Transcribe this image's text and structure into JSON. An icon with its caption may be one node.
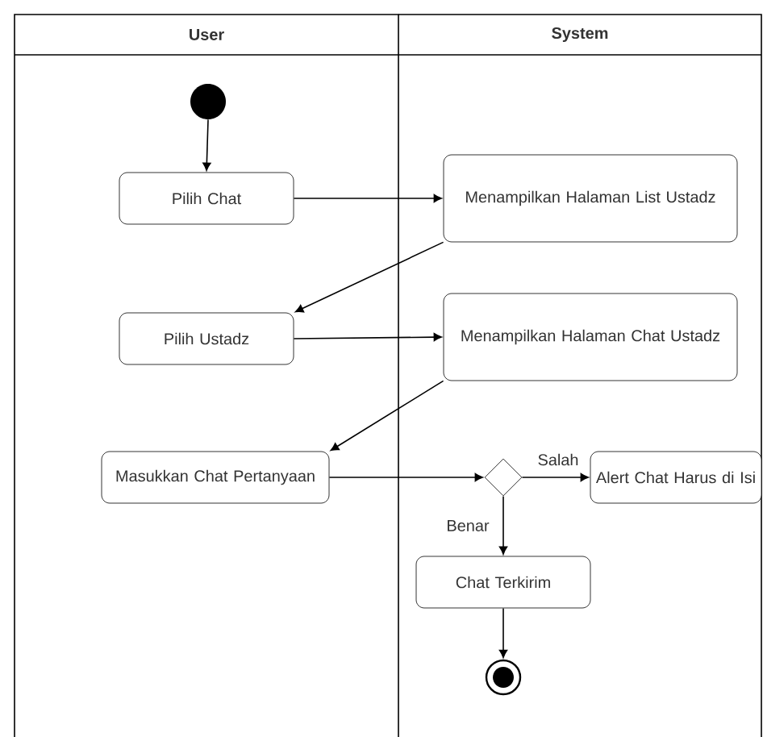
{
  "diagram": {
    "nodes": [
      {
        "text": [
          "User"
        ]
      },
      {
        "text": [
          "System"
        ]
      },
      {
        "text": [],
        "shape": "circle",
        "in": 0
      },
      {
        "text": [
          "Pilih Chat"
        ],
        "in": 0
      },
      {
        "text": [
          "Menampilkan Halaman List Ustadz"
        ],
        "in": 1
      },
      {
        "text": [
          "Pilih Ustadz"
        ],
        "in": 0
      },
      {
        "text": [
          "Menampilkan Halaman Chat Ustadz"
        ],
        "in": 1
      },
      {
        "text": [
          "Masukkan Chat Pertanyaan"
        ],
        "in": 0
      },
      {
        "text": [],
        "shape": "diamond",
        "in": 1
      },
      {
        "text": [
          "Alert Chat Harus di Isi"
        ],
        "in": 1
      },
      {
        "text": [
          "Chat Terkirim"
        ],
        "in": 1
      },
      {
        "text": [],
        "shape": "bullseye",
        "in": 1
      }
    ],
    "edges": [
      {
        "from": 2,
        "to": 3,
        "arrow": "to"
      },
      {
        "from": 3,
        "to": 4,
        "arrow": "to"
      },
      {
        "from": 4,
        "to": 5,
        "arrow": "to"
      },
      {
        "from": 5,
        "to": 6,
        "arrow": "to"
      },
      {
        "from": 6,
        "to": 7,
        "arrow": "to"
      },
      {
        "from": 7,
        "to": 8,
        "arrow": "to"
      },
      {
        "from": 8,
        "to": 9,
        "arrow": "to",
        "label": "Salah"
      },
      {
        "from": 8,
        "to": 10,
        "arrow": "to",
        "label": "Benar"
      },
      {
        "from": 10,
        "to": 11,
        "arrow": "to"
      }
    ]
  }
}
